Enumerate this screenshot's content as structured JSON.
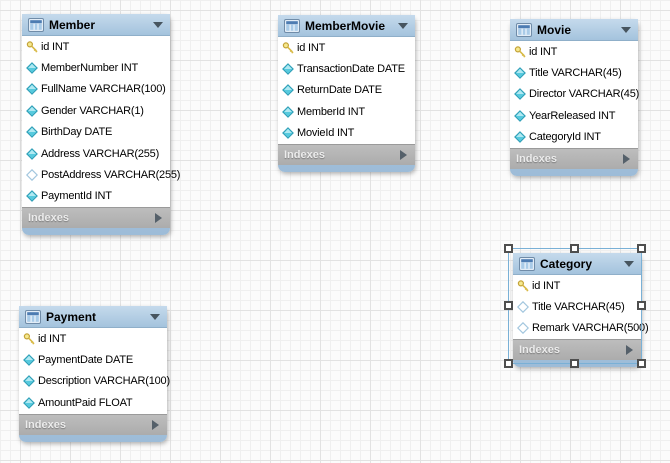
{
  "app": "eer-diagram-canvas",
  "colors": {
    "canvas_bg": "#fbfbfb",
    "grid_minor": "#efefef",
    "grid_major": "#e2e2e2",
    "table_header_blue": "#aac7e0",
    "footer_gray": "#b3b3b3",
    "key_icon_gold": "#e3c552",
    "diamond_filled_cyan": "#57cade",
    "diamond_hollow_border": "#a2c6de",
    "selection_border": "#79b0d6"
  },
  "tables": [
    {
      "name": "Member",
      "footer": "Indexes",
      "columns": [
        {
          "icon": "key-icon",
          "label": "id INT"
        },
        {
          "icon": "diamond-filled-icon",
          "label": "MemberNumber INT"
        },
        {
          "icon": "diamond-filled-icon",
          "label": "FullName VARCHAR(100)"
        },
        {
          "icon": "diamond-filled-icon",
          "label": "Gender VARCHAR(1)"
        },
        {
          "icon": "diamond-filled-icon",
          "label": "BirthDay DATE"
        },
        {
          "icon": "diamond-filled-icon",
          "label": "Address VARCHAR(255)"
        },
        {
          "icon": "diamond-hollow-icon",
          "label": "PostAddress VARCHAR(255)"
        },
        {
          "icon": "diamond-filled-icon",
          "label": "PaymentId INT"
        }
      ]
    },
    {
      "name": "MemberMovie",
      "footer": "Indexes",
      "columns": [
        {
          "icon": "key-icon",
          "label": "id INT"
        },
        {
          "icon": "diamond-filled-icon",
          "label": "TransactionDate DATE"
        },
        {
          "icon": "diamond-filled-icon",
          "label": "ReturnDate DATE"
        },
        {
          "icon": "diamond-filled-icon",
          "label": "MemberId INT"
        },
        {
          "icon": "diamond-filled-icon",
          "label": "MovieId INT"
        }
      ]
    },
    {
      "name": "Movie",
      "footer": "Indexes",
      "columns": [
        {
          "icon": "key-icon",
          "label": "id INT"
        },
        {
          "icon": "diamond-filled-icon",
          "label": "Title VARCHAR(45)"
        },
        {
          "icon": "diamond-filled-icon",
          "label": "Director VARCHAR(45)"
        },
        {
          "icon": "diamond-filled-icon",
          "label": "YearReleased INT"
        },
        {
          "icon": "diamond-filled-icon",
          "label": "CategoryId INT"
        }
      ]
    },
    {
      "name": "Payment",
      "footer": "Indexes",
      "columns": [
        {
          "icon": "key-icon",
          "label": "id INT"
        },
        {
          "icon": "diamond-filled-icon",
          "label": "PaymentDate DATE"
        },
        {
          "icon": "diamond-filled-icon",
          "label": "Description VARCHAR(100)"
        },
        {
          "icon": "diamond-filled-icon",
          "label": "AmountPaid FLOAT"
        }
      ]
    },
    {
      "name": "Category",
      "footer": "Indexes",
      "selected": true,
      "columns": [
        {
          "icon": "key-icon",
          "label": "id INT"
        },
        {
          "icon": "diamond-hollow-icon",
          "label": "Title VARCHAR(45)"
        },
        {
          "icon": "diamond-hollow-icon",
          "label": "Remark VARCHAR(500)"
        }
      ]
    }
  ]
}
